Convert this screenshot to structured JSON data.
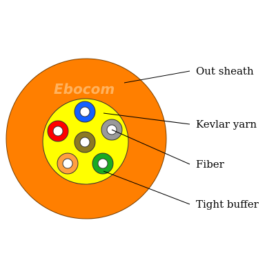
{
  "watermark": "Ebocom",
  "labels": {
    "out_sheath": "Out sheath",
    "kevlar_yarn": "Kevlar yarn",
    "fiber": "Fiber",
    "tight_buffer": "Tight buffer"
  },
  "colors": {
    "sheath": "#ff7f00",
    "kevlar": "#ffff00",
    "fibers": [
      "#1560ff",
      "#9a9a9a",
      "#1aaa22",
      "#ffa040",
      "#ff0000",
      "#8c7a22"
    ]
  }
}
